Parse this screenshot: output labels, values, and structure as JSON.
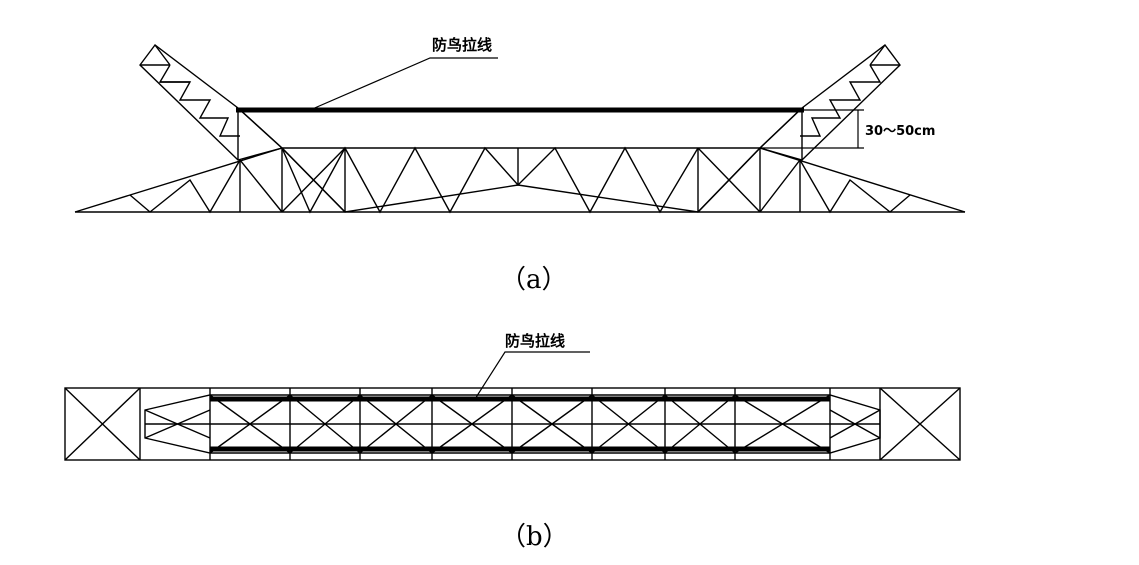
{
  "figure_a": {
    "caption": "（a）",
    "wire_label": "防鸟拉线",
    "dimension_label": "30～50cm"
  },
  "figure_b": {
    "caption": "（b）",
    "wire_label": "防鸟拉线"
  },
  "colors": {
    "line": "#000000",
    "background": "#ffffff"
  }
}
